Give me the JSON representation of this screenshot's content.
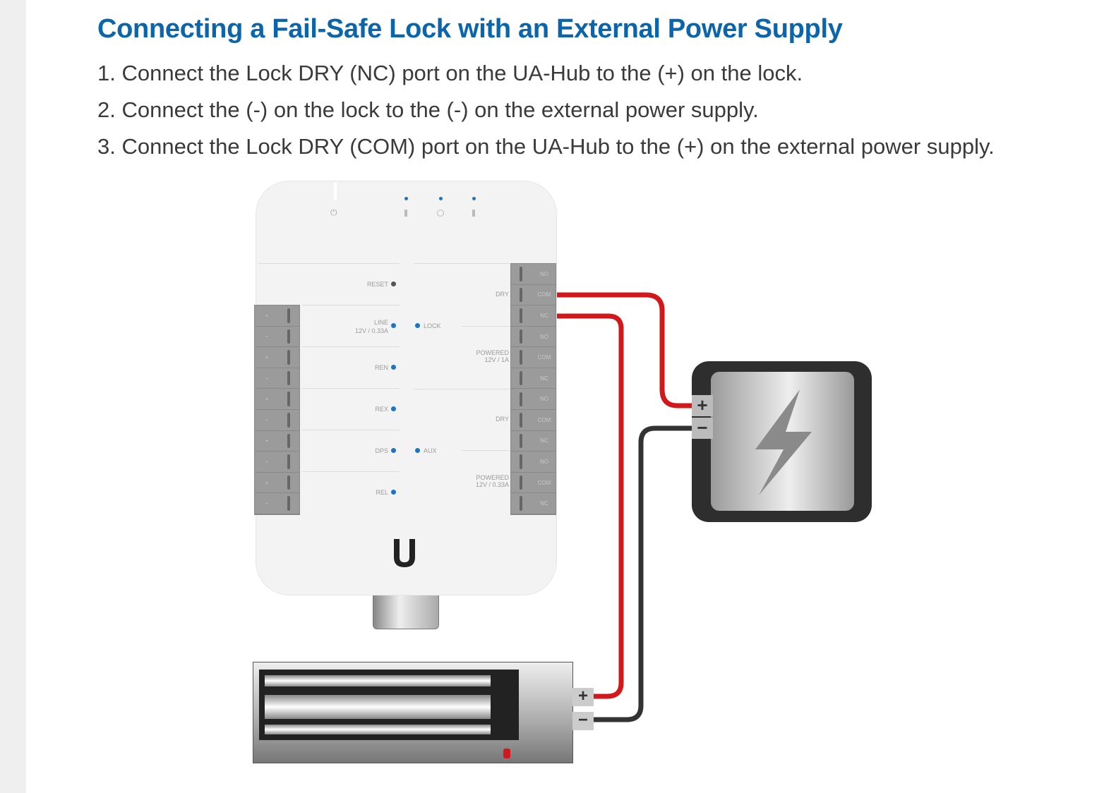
{
  "title": "Connecting a Fail-Safe Lock with an External Power Supply",
  "steps": [
    "1. Connect the Lock DRY (NC) port on the UA-Hub to the (+) on the lock.",
    "2. Connect the (-) on the lock to the (-) on the external power supply.",
    "3. Connect the Lock DRY (COM) port on the UA-Hub to the (+) on the external power supply."
  ],
  "hub": {
    "left_labels": {
      "reset": "RESET",
      "line": "LINE",
      "line_rating": "12V / 0.33A",
      "ren": "REN",
      "rex": "REX",
      "dps": "DPS",
      "rel": "REL"
    },
    "center_labels": {
      "lock": "LOCK",
      "aux": "AUX"
    },
    "right_labels": {
      "dry1": "DRY",
      "powered1": "POWERED\n12V / 1A",
      "dry2": "DRY",
      "powered2": "POWERED\n12V / 0.33A"
    },
    "right_terminals": [
      "NO",
      "COM",
      "NC",
      "NO",
      "COM",
      "NC",
      "NO",
      "COM",
      "NC",
      "NO",
      "COM",
      "NC"
    ],
    "left_terminals": [
      "+",
      "−",
      "+",
      "−",
      "+",
      "−",
      "+",
      "−",
      "+",
      "−"
    ]
  },
  "power_supply": {
    "plus": "+",
    "minus": "−"
  },
  "lock": {
    "plus": "+",
    "minus": "−"
  },
  "colors": {
    "title": "#0b65ab",
    "red_wire": "#d3181c",
    "black_wire": "#333333"
  }
}
